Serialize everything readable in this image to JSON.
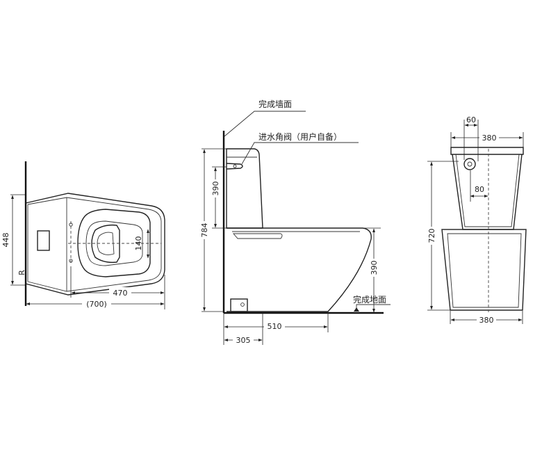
{
  "plan_view": {
    "dimensions": {
      "depth_448": "448",
      "bowl_140": "140",
      "outlet_470": "470",
      "overall_700": "(700)"
    },
    "outlet_label": "R"
  },
  "side_view": {
    "labels": {
      "wall": "完成墙面",
      "inlet_valve": "进水角阀（用户自备）",
      "floor": "完成地面"
    },
    "dimensions": {
      "height_784": "784",
      "tank_390": "390",
      "seat_390": "390",
      "length_510": "510",
      "rough_in_305": "305"
    }
  },
  "front_view": {
    "dimensions": {
      "inlet_60": "60",
      "tank_width_380": "380",
      "inlet_80": "80",
      "height_720": "720",
      "base_width_380": "380"
    }
  }
}
